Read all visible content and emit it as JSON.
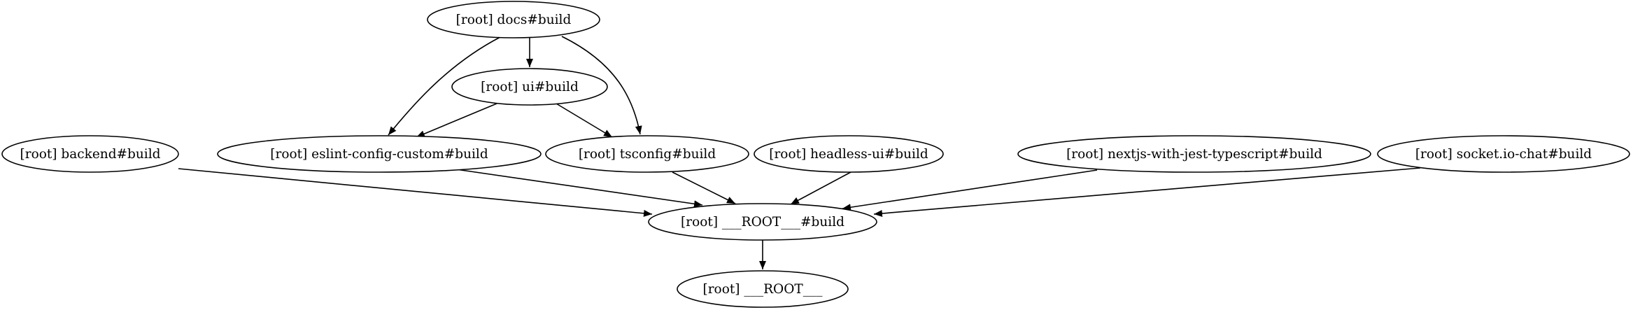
{
  "graph": {
    "colors": {
      "background": "#ffffff",
      "stroke": "#000000",
      "text": "#000000"
    },
    "nodes": [
      {
        "id": "docs",
        "label": "[root] docs#build"
      },
      {
        "id": "ui",
        "label": "[root] ui#build"
      },
      {
        "id": "backend",
        "label": "[root] backend#build"
      },
      {
        "id": "eslint",
        "label": "[root] eslint-config-custom#build"
      },
      {
        "id": "tsconfig",
        "label": "[root] tsconfig#build"
      },
      {
        "id": "headless",
        "label": "[root] headless-ui#build"
      },
      {
        "id": "nextjs",
        "label": "[root] nextjs-with-jest-typescript#build"
      },
      {
        "id": "socket",
        "label": "[root] socket.io-chat#build"
      },
      {
        "id": "rootbuild",
        "label": "[root] ___ROOT___#build"
      },
      {
        "id": "root",
        "label": "[root] ___ROOT___"
      }
    ],
    "edges": [
      {
        "from": "docs",
        "to": "ui"
      },
      {
        "from": "docs",
        "to": "eslint"
      },
      {
        "from": "docs",
        "to": "tsconfig"
      },
      {
        "from": "ui",
        "to": "eslint"
      },
      {
        "from": "ui",
        "to": "tsconfig"
      },
      {
        "from": "backend",
        "to": "rootbuild"
      },
      {
        "from": "eslint",
        "to": "rootbuild"
      },
      {
        "from": "tsconfig",
        "to": "rootbuild"
      },
      {
        "from": "headless",
        "to": "rootbuild"
      },
      {
        "from": "nextjs",
        "to": "rootbuild"
      },
      {
        "from": "socket",
        "to": "rootbuild"
      },
      {
        "from": "rootbuild",
        "to": "root"
      }
    ]
  }
}
